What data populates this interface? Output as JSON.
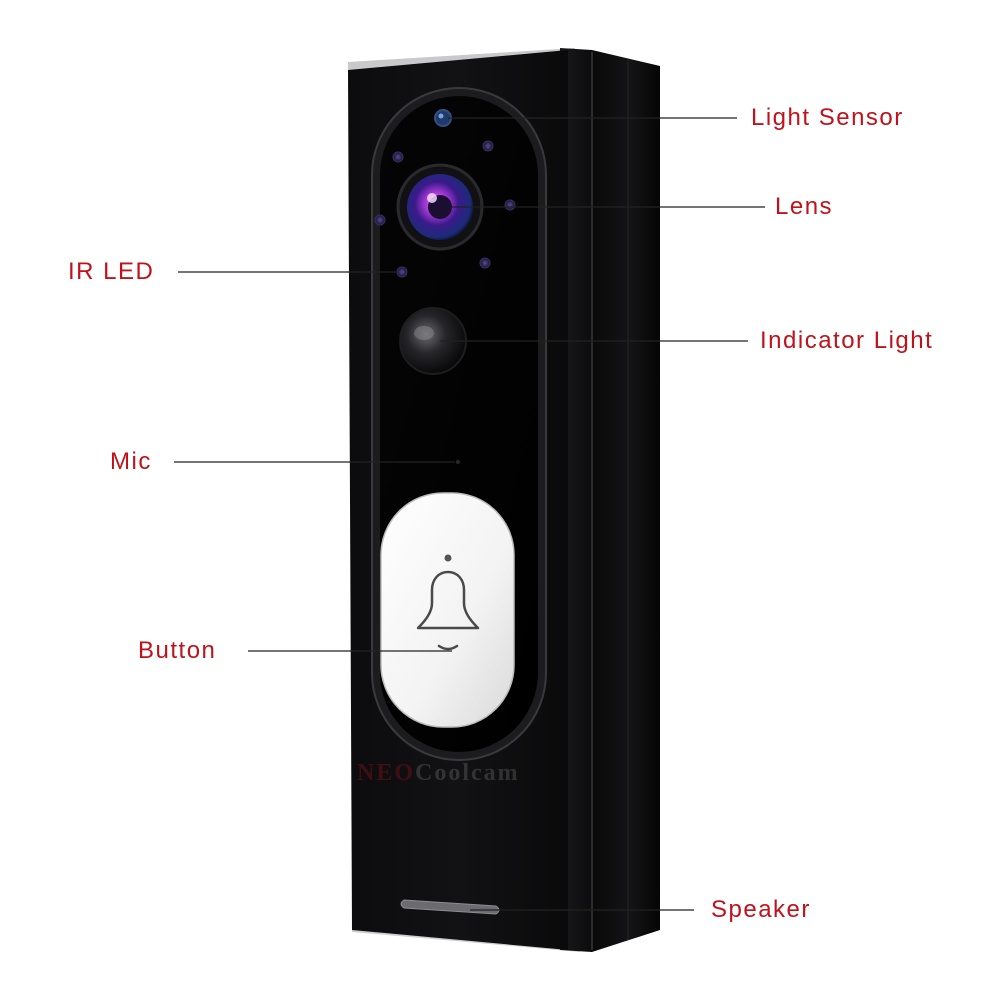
{
  "labels": {
    "light_sensor": "Light Sensor",
    "lens": "Lens",
    "ir_led": "IR LED",
    "indicator_light": "Indicator Light",
    "mic": "Mic",
    "button": "Button",
    "speaker": "Speaker"
  },
  "watermark": {
    "part1": "NEO",
    "part2": "Coolcam"
  },
  "colors": {
    "label_red": "#c0121a",
    "body_black": "#0b0b0d",
    "button_white": "#f4f4f4",
    "leader_line": "#222222"
  },
  "icons": {
    "button_symbol": "bell-icon"
  }
}
